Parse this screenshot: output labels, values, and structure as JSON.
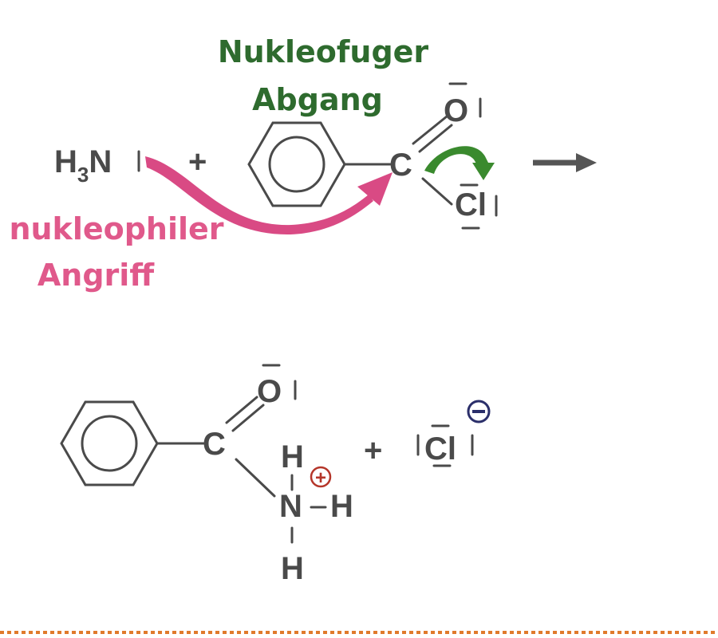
{
  "labels": {
    "leaving_group": {
      "line1": "Nukleofuger",
      "line2": "Abgang",
      "color": "#2e6b2e"
    },
    "nucleophilic_attack": {
      "line1": "nukleophiler",
      "line2": "Angriff",
      "color": "#e0598b"
    }
  },
  "reactants": {
    "ammonia": {
      "h": "H",
      "sub": "3",
      "n": "N"
    },
    "plus": "+",
    "carbonyl_carbon": "C",
    "oxygen": "O",
    "chlorine": "Cl"
  },
  "reaction_arrow": "reaction-arrow",
  "products": {
    "carbonyl_carbon": "C",
    "oxygen": "O",
    "nitrogen": "N",
    "hydrogen_top": "H",
    "hydrogen_right": "H",
    "hydrogen_bottom": "H",
    "plus": "+",
    "chloride": "Cl",
    "positive_charge": "+",
    "negative_charge": "−"
  },
  "colors": {
    "attack_arrow": "#d94a84",
    "leaving_arrow": "#3a8a2e",
    "positive_charge": "#b5362a",
    "negative_charge": "#2b2f6a",
    "dotted_line": "#e07a2c",
    "ink": "#4a4a4a"
  }
}
